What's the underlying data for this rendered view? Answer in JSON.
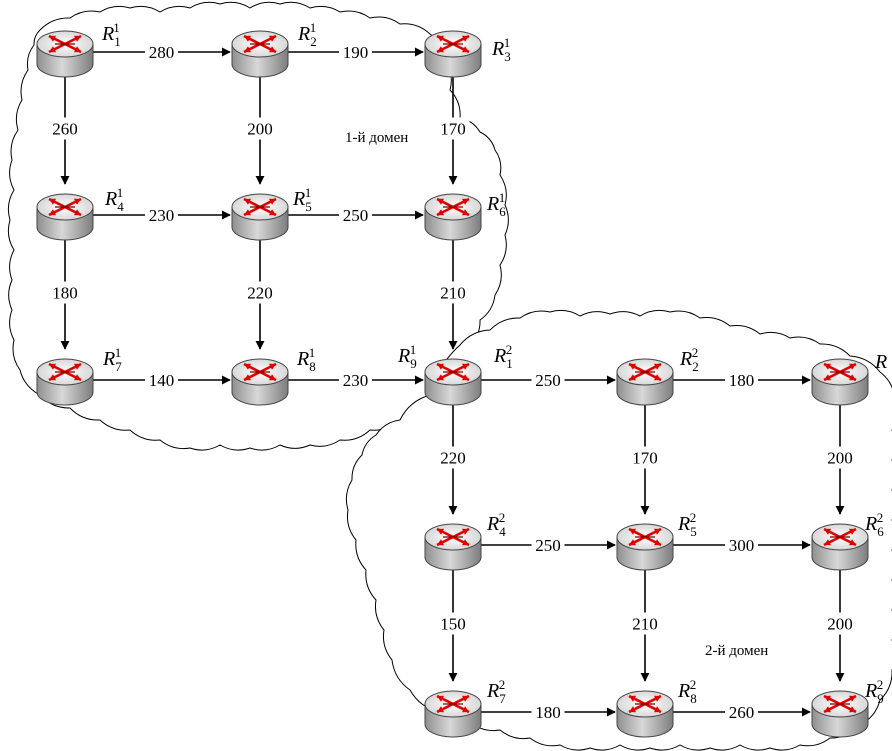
{
  "domains": [
    {
      "id": "d1",
      "label": "1-й домен"
    },
    {
      "id": "d2",
      "label": "2-й домен"
    }
  ],
  "routers": [
    {
      "id": "R1_1",
      "base": "R",
      "sub": "1",
      "sup": "1"
    },
    {
      "id": "R2_1",
      "base": "R",
      "sub": "2",
      "sup": "1"
    },
    {
      "id": "R3_1",
      "base": "R",
      "sub": "3",
      "sup": "1"
    },
    {
      "id": "R4_1",
      "base": "R",
      "sub": "4",
      "sup": "1"
    },
    {
      "id": "R5_1",
      "base": "R",
      "sub": "5",
      "sup": "1"
    },
    {
      "id": "R6_1",
      "base": "R",
      "sub": "6",
      "sup": "1"
    },
    {
      "id": "R7_1",
      "base": "R",
      "sub": "7",
      "sup": "1"
    },
    {
      "id": "R8_1",
      "base": "R",
      "sub": "8",
      "sup": "1"
    },
    {
      "id": "R9_1",
      "base": "R",
      "sub": "9",
      "sup": "1"
    },
    {
      "id": "R1_2",
      "base": "R",
      "sub": "1",
      "sup": "2"
    },
    {
      "id": "R2_2",
      "base": "R",
      "sub": "2",
      "sup": "2"
    },
    {
      "id": "R3_2",
      "base": "R",
      "sub": "",
      "sup": ""
    },
    {
      "id": "R4_2",
      "base": "R",
      "sub": "4",
      "sup": "2"
    },
    {
      "id": "R5_2",
      "base": "R",
      "sub": "5",
      "sup": "2"
    },
    {
      "id": "R6_2",
      "base": "R",
      "sub": "6",
      "sup": "2"
    },
    {
      "id": "R7_2",
      "base": "R",
      "sub": "7",
      "sup": "2"
    },
    {
      "id": "R8_2",
      "base": "R",
      "sub": "8",
      "sup": "2"
    },
    {
      "id": "R9_2",
      "base": "R",
      "sub": "9",
      "sup": "2"
    }
  ],
  "links": [
    {
      "from": "R1_1",
      "to": "R2_1",
      "weight": "280"
    },
    {
      "from": "R2_1",
      "to": "R3_1",
      "weight": "190"
    },
    {
      "from": "R1_1",
      "to": "R4_1",
      "weight": "260"
    },
    {
      "from": "R2_1",
      "to": "R5_1",
      "weight": "200"
    },
    {
      "from": "R3_1",
      "to": "R6_1",
      "weight": "170"
    },
    {
      "from": "R4_1",
      "to": "R5_1",
      "weight": "230"
    },
    {
      "from": "R5_1",
      "to": "R6_1",
      "weight": "250"
    },
    {
      "from": "R4_1",
      "to": "R7_1",
      "weight": "180"
    },
    {
      "from": "R5_1",
      "to": "R8_1",
      "weight": "220"
    },
    {
      "from": "R6_1",
      "to": "R9_1",
      "weight": "210"
    },
    {
      "from": "R7_1",
      "to": "R8_1",
      "weight": "140"
    },
    {
      "from": "R8_1",
      "to": "R9_1",
      "weight": "230"
    },
    {
      "from": "R9_1",
      "to": "R2_2",
      "weight": "250"
    },
    {
      "from": "R2_2",
      "to": "R3_2",
      "weight": "180"
    },
    {
      "from": "R9_1",
      "to": "R4_2",
      "weight": "220"
    },
    {
      "from": "R2_2",
      "to": "R5_2",
      "weight": "170"
    },
    {
      "from": "R3_2",
      "to": "R6_2",
      "weight": "200"
    },
    {
      "from": "R4_2",
      "to": "R5_2",
      "weight": "250"
    },
    {
      "from": "R5_2",
      "to": "R6_2",
      "weight": "300"
    },
    {
      "from": "R4_2",
      "to": "R7_2",
      "weight": "150"
    },
    {
      "from": "R5_2",
      "to": "R8_2",
      "weight": "210"
    },
    {
      "from": "R6_2",
      "to": "R9_2",
      "weight": "200"
    },
    {
      "from": "R7_2",
      "to": "R8_2",
      "weight": "180"
    },
    {
      "from": "R8_2",
      "to": "R9_2",
      "weight": "260"
    }
  ],
  "colors": {
    "router_body": "#a6a6a6",
    "router_top": "#ededed",
    "router_arrow": "#e00000",
    "link": "#000000",
    "cloud": "#ffffff"
  }
}
